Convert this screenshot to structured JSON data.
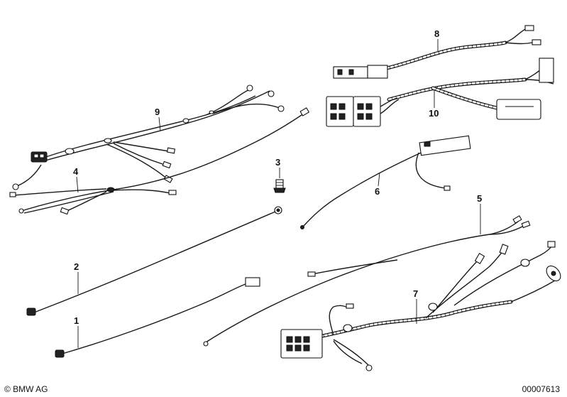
{
  "callouts": {
    "c1": "1",
    "c2": "2",
    "c3": "3",
    "c4": "4",
    "c5": "5",
    "c6": "6",
    "c7": "7",
    "c8": "8",
    "c9": "9",
    "c10": "10"
  },
  "footer": {
    "copyright": "© BMW AG",
    "part_number": "00007613"
  }
}
